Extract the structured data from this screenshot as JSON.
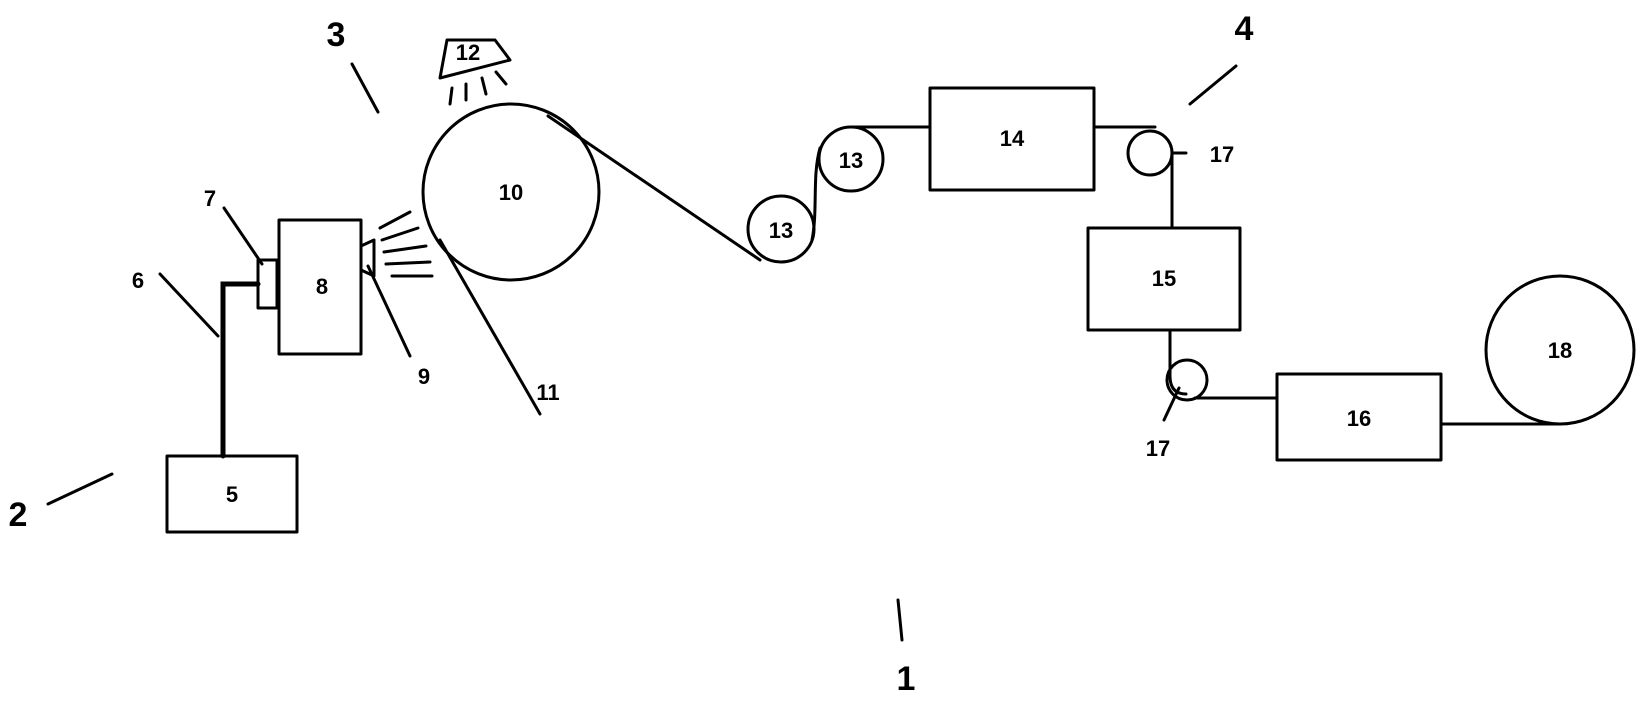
{
  "diagram": {
    "groups": {
      "group_1": "1",
      "group_2": "2",
      "group_3": "3",
      "group_4": "4"
    },
    "components": {
      "c5": "5",
      "c6": "6",
      "c7": "7",
      "c8": "8",
      "c9": "9",
      "c10": "10",
      "c11": "11",
      "c12": "12",
      "c13a": "13",
      "c13b": "13",
      "c14": "14",
      "c15": "15",
      "c16": "16",
      "c17a": "17",
      "c17b": "17",
      "c18": "18"
    }
  }
}
